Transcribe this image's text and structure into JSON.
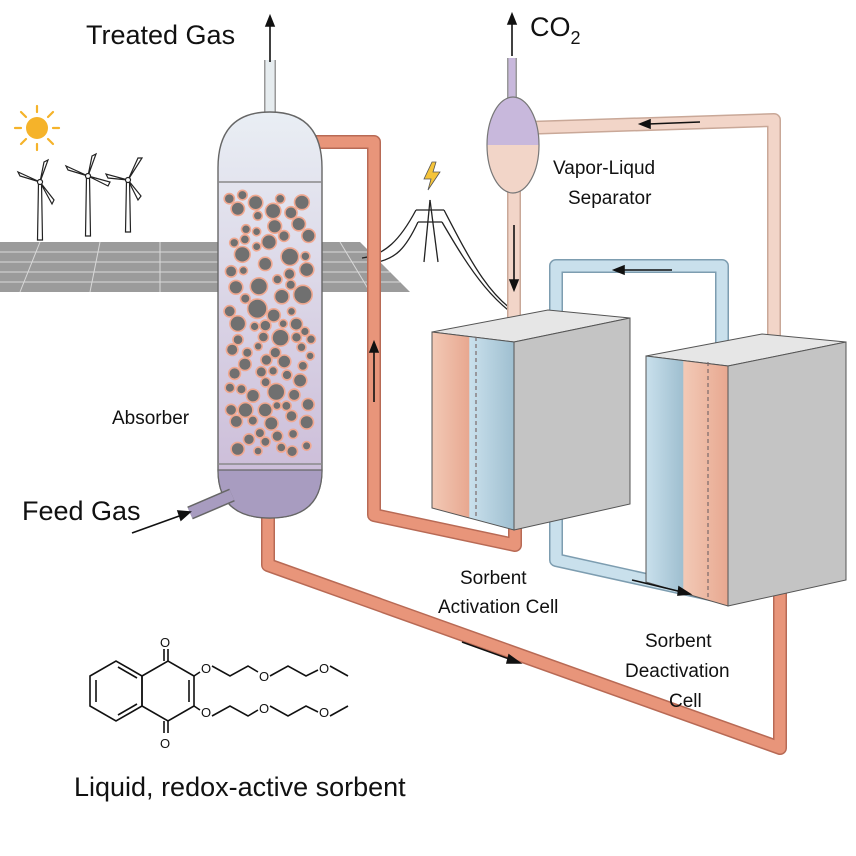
{
  "labels": {
    "treated_gas": "Treated Gas",
    "co2_main": "CO",
    "co2_sub": "2",
    "separator_line1": "Vapor-Liqud",
    "separator_line2": "Separator",
    "absorber": "Absorber",
    "feed_gas": "Feed Gas",
    "activation_line1": "Sorbent",
    "activation_line2": "Activation Cell",
    "deactivation_line1": "Sorbent",
    "deactivation_line2": "Deactivation",
    "deactivation_line3": "Cell",
    "sorbent": "Liquid, redox-active sorbent"
  },
  "molecule_atoms": [
    "O",
    "O",
    "O",
    "O",
    "O",
    "O",
    "O",
    "O"
  ],
  "colors": {
    "salmon_pipe": "#e8957a",
    "salmon_pipe_edge": "#b86a55",
    "pale_pipe": "#f2d5c8",
    "pale_pipe_edge": "#c9a898",
    "blue_pipe": "#c9e0ec",
    "blue_pipe_edge": "#7d9db0",
    "absorber_bottom": "#a89cc0",
    "cell_gray": "#dcdcdc",
    "cell_side": "#bdbdbd",
    "bead_gray": "#707070",
    "sun": "#f5b32a"
  },
  "icons": [
    "sun-icon",
    "wind-turbine-icon",
    "lightning-icon",
    "power-pylon-icon"
  ]
}
